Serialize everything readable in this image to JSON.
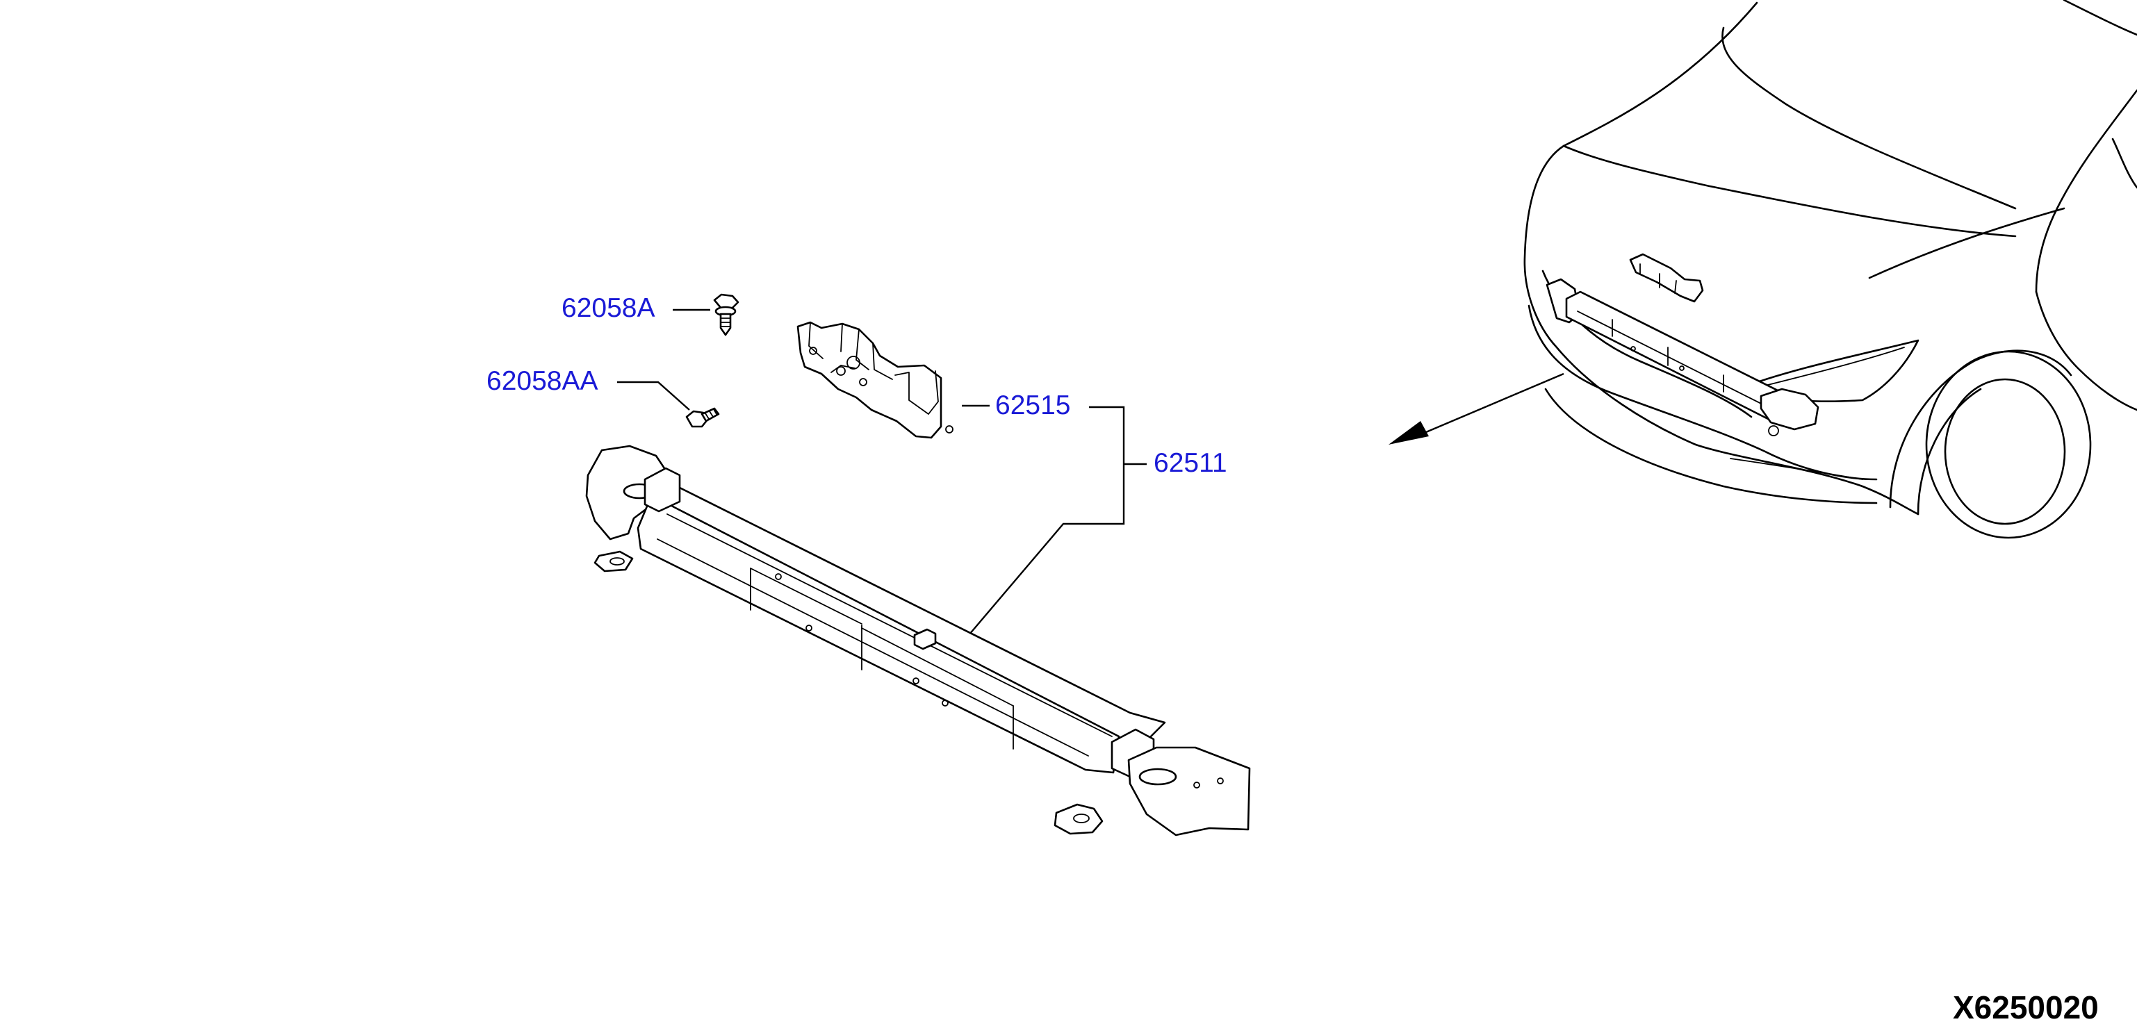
{
  "diagram": {
    "figure_id": "X6250020",
    "accent_color": "#1a1ad6",
    "callouts": [
      {
        "id": "bolt_a",
        "label": "62058A"
      },
      {
        "id": "bolt_aa",
        "label": "62058AA"
      },
      {
        "id": "bracket",
        "label": "62515"
      },
      {
        "id": "assembly",
        "label": "62511"
      }
    ]
  }
}
